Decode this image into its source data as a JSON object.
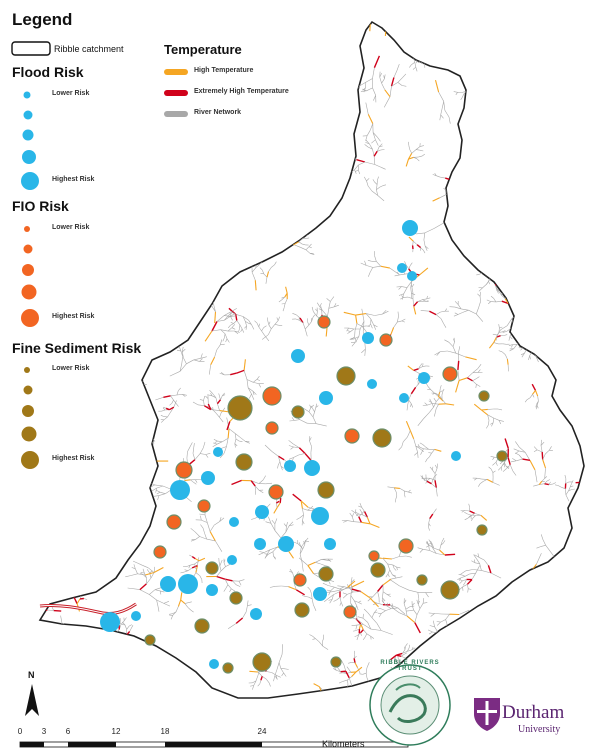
{
  "legend": {
    "title": "Legend",
    "catchment_label": "Ribble catchment",
    "flood": {
      "title": "Flood Risk",
      "lower": "Lower Risk",
      "highest": "Highest Risk",
      "color": "#29b6e8"
    },
    "fio": {
      "title": "FIO Risk",
      "lower": "Lower Risk",
      "highest": "Highest Risk",
      "color": "#f26522"
    },
    "sediment": {
      "title": "Fine Sediment Risk",
      "lower": "Lower Risk",
      "highest": "Highest Risk",
      "color": "#a07818"
    },
    "temperature": {
      "title": "Temperature",
      "high": "High Temperature",
      "extreme": "Extremely High Temperature",
      "network": "River Network",
      "high_color": "#f5a623",
      "extreme_color": "#d0021b",
      "network_color": "#a8a8a8"
    }
  },
  "scale": {
    "ticks": [
      "0",
      "3",
      "6",
      "12",
      "18",
      "24"
    ],
    "unit": "Kilometers"
  },
  "north_label": "N",
  "logos": {
    "ribble": "RIBBLE RIVERS TRUST",
    "durham": "Durham",
    "durham_sub": "University"
  }
}
